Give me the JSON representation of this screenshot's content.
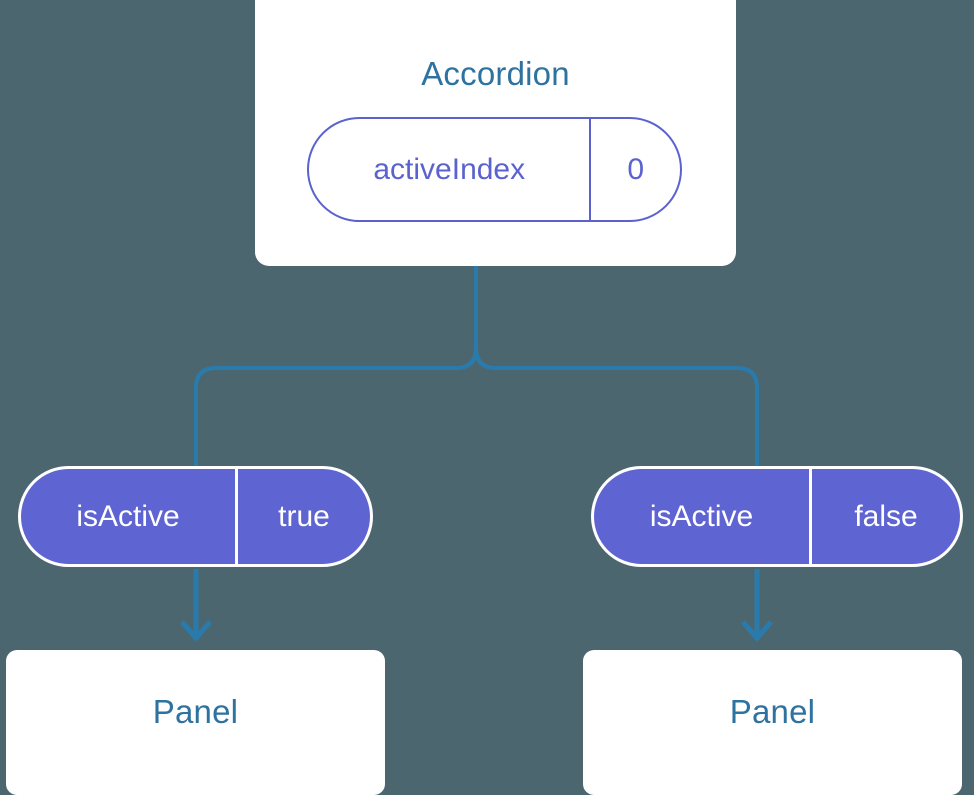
{
  "diagram": {
    "type": "component-tree",
    "background_color": "#4c6670",
    "accent_colors": {
      "card_text": "#2e73a0",
      "connector": "#2a7bad",
      "pill_outline": "#5b62cf",
      "pill_fill": "#5f64d3",
      "card_background": "#ffffff"
    },
    "root": {
      "title": "Accordion",
      "prop": {
        "key": "activeIndex",
        "value": "0"
      }
    },
    "branches": [
      {
        "state": {
          "key": "isActive",
          "value": "true"
        },
        "child": {
          "title": "Panel"
        }
      },
      {
        "state": {
          "key": "isActive",
          "value": "false"
        },
        "child": {
          "title": "Panel"
        }
      }
    ]
  }
}
